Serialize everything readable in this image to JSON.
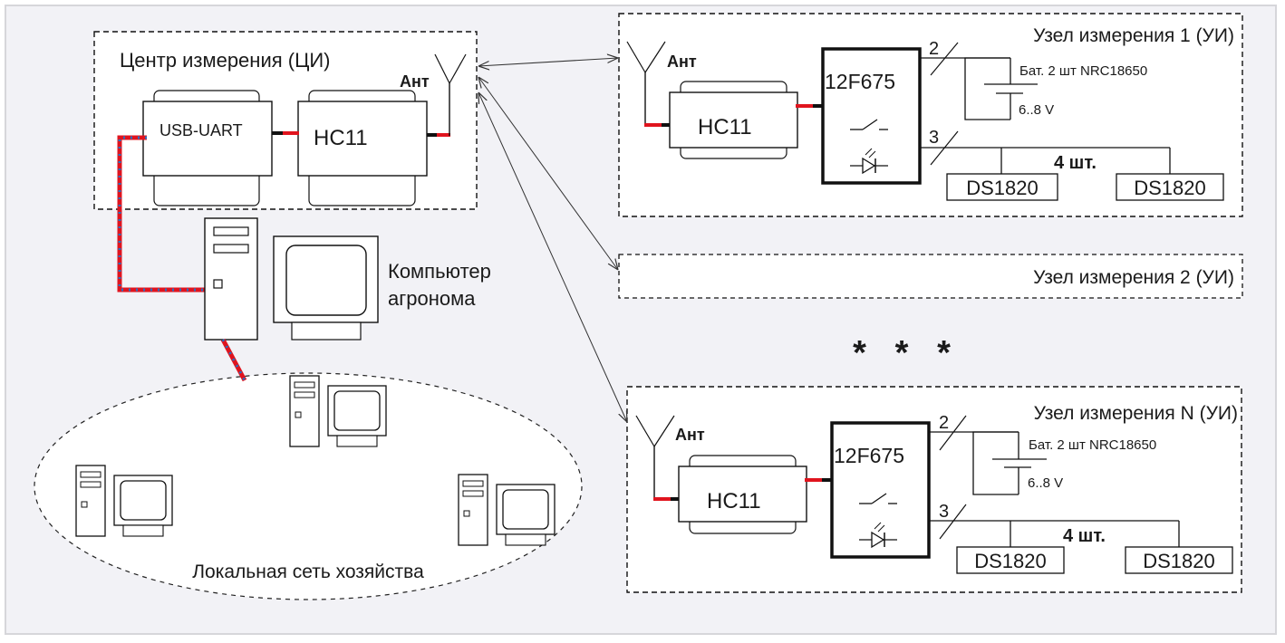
{
  "colors": {
    "background": "#f2f2f6",
    "frame_border": "#d6d6da",
    "line": "#111111",
    "wire_red": "#e0141e",
    "wire_blue": "#2a6fc0",
    "box_fill": "#ffffff"
  },
  "center": {
    "title": "Центр  измерения (ЦИ)",
    "antenna_label": "Ант",
    "usb_uart_label": "USB-UART",
    "radio_label": "HC11"
  },
  "agronomist_pc": {
    "label_line1": "Компьютер",
    "label_line2": "агронома"
  },
  "lan": {
    "label": "Локальная сеть хозяйства",
    "computer_count": 3
  },
  "nodes": [
    {
      "title": "Узел измерения 1 (УИ)",
      "antenna_label": "Ант",
      "radio_label": "HC11",
      "mcu_label": "12F675",
      "power_bus_width": "2",
      "sensor_bus_width": "3",
      "battery_label": "Бат. 2 шт NRC18650",
      "voltage_label": "6..8 V",
      "sensor_count_label": "4 шт.",
      "sensors": [
        "DS1820",
        "DS1820"
      ]
    },
    {
      "title": "Узел измерения 2 (УИ)"
    },
    {
      "title": "Узел измерения N (УИ)",
      "antenna_label": "Ант",
      "radio_label": "HC11",
      "mcu_label": "12F675",
      "power_bus_width": "2",
      "sensor_bus_width": "3",
      "battery_label": "Бат. 2 шт NRC18650",
      "voltage_label": "6..8 V",
      "sensor_count_label": "4 шт.",
      "sensors": [
        "DS1820",
        "DS1820"
      ]
    }
  ],
  "ellipsis": "*   *   *"
}
